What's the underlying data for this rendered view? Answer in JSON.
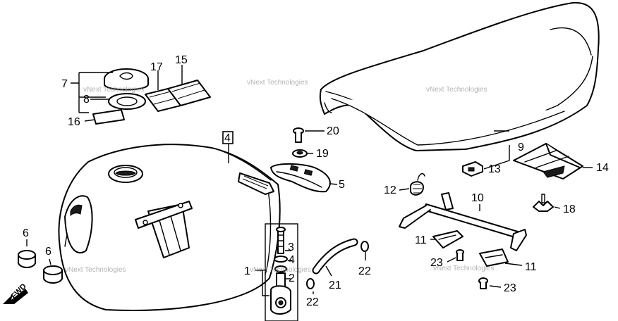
{
  "callouts": {
    "c1": "1",
    "c2": "2",
    "c3": "3",
    "c4_tank": "4",
    "c4_cock": "4",
    "c5": "5",
    "c6a": "6",
    "c6b": "6",
    "c7": "7",
    "c8": "8",
    "c9": "9",
    "c10": "10",
    "c11a": "11",
    "c11b": "11",
    "c12": "12",
    "c13": "13",
    "c14": "14",
    "c15": "15",
    "c16": "16",
    "c17": "17",
    "c18": "18",
    "c19": "19",
    "c20": "20",
    "c21": "21",
    "c22a": "22",
    "c22b": "22",
    "c23a": "23",
    "c23b": "23"
  },
  "watermark": {
    "text": "vNext Technologies"
  },
  "fwd_label": "FWD"
}
